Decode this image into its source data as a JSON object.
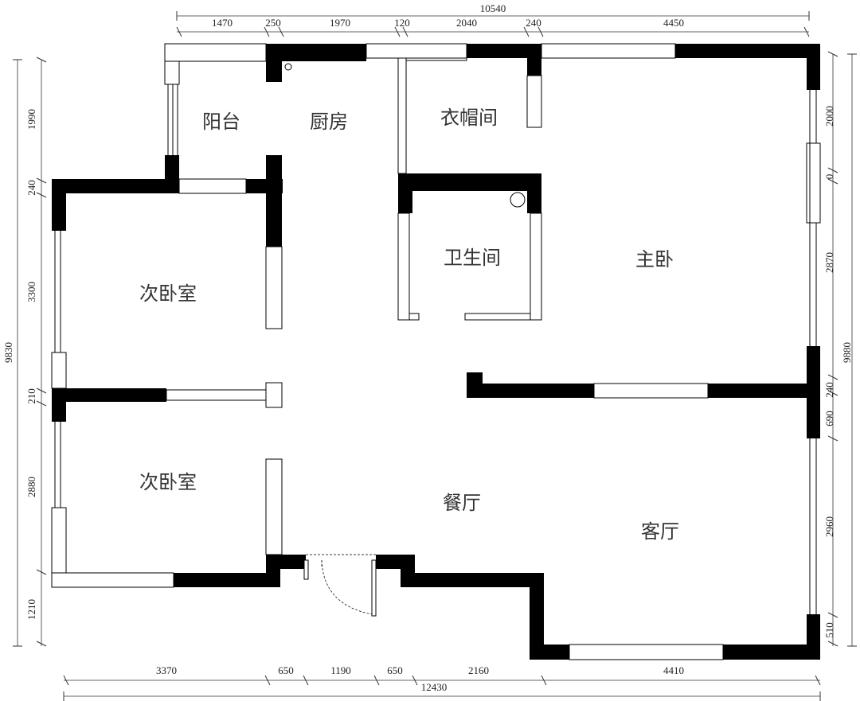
{
  "rooms": {
    "balcony": "阳台",
    "kitchen": "厨房",
    "cloakroom": "衣帽间",
    "bathroom": "卫生间",
    "master_bedroom": "主卧",
    "second_bedroom_upper": "次卧室",
    "second_bedroom_lower": "次卧室",
    "dining_room": "餐厅",
    "living_room": "客厅"
  },
  "dimensions": {
    "top_total": "10540",
    "top": [
      "1470",
      "250",
      "1970",
      "120",
      "2040",
      "240",
      "4450"
    ],
    "bottom_total": "12430",
    "bottom": [
      "3370",
      "650",
      "1190",
      "650",
      "2160",
      "4410"
    ],
    "left_total": "9830",
    "left": [
      "1990",
      "240",
      "3300",
      "210",
      "2880",
      "1210"
    ],
    "right_total": "9880",
    "right": [
      "2000",
      "0",
      "2870",
      "240",
      "690",
      "2960",
      "510"
    ]
  },
  "colors": {
    "wall": "#000000",
    "room_text": "#333333"
  }
}
